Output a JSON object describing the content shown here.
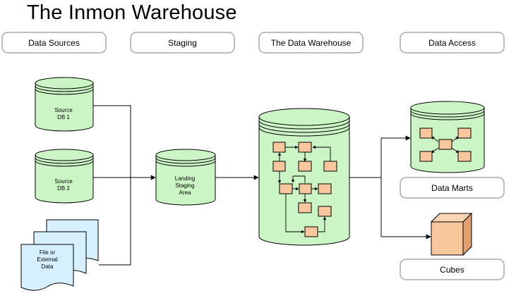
{
  "title": "The Inmon Warehouse",
  "stages": {
    "data_sources": "Data Sources",
    "staging": "Staging",
    "warehouse": "The Data Warehouse",
    "data_access": "Data Access"
  },
  "sources": {
    "db1": [
      "Source",
      "DB 1"
    ],
    "db2": [
      "Source",
      "DB 2"
    ],
    "file": [
      "File or",
      "External",
      "Data"
    ]
  },
  "landing": [
    "Landing",
    "Staging",
    "Area"
  ],
  "outputs": {
    "marts": "Data Marts",
    "cubes": "Cubes"
  },
  "colors": {
    "cylinder_fill": "#ccf5c6",
    "document_fill": "#d6f0ff",
    "node_fill": "#f8c79e",
    "cube_fill": "#f8c79e"
  }
}
